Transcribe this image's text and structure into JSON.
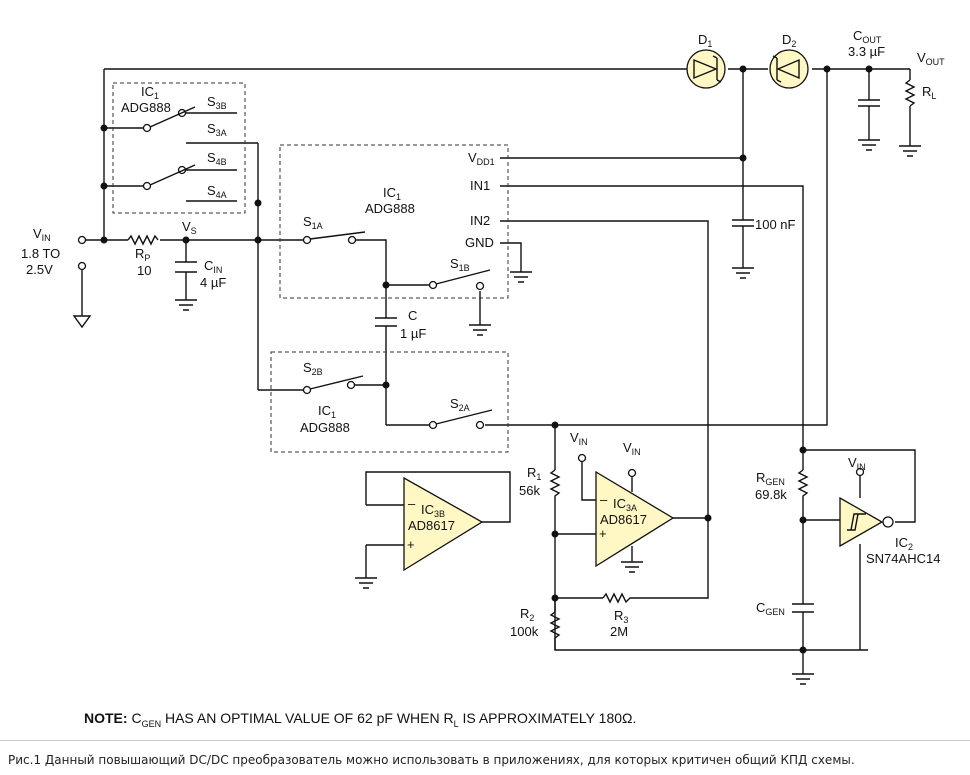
{
  "labels": {
    "d1": "D",
    "d1_sub": "1",
    "d2": "D",
    "d2_sub": "2",
    "cout": "C",
    "cout_sub": "OUT",
    "cout_val": "3.3 µF",
    "vout": "V",
    "vout_sub": "OUT",
    "rl": "R",
    "rl_sub": "L",
    "ic1_top": "IC",
    "ic1_top_sub": "1",
    "ic1_top_part": "ADG888",
    "s3b": "S",
    "s3b_sub": "3B",
    "s3a": "S",
    "s3a_sub": "3A",
    "s4b": "S",
    "s4b_sub": "4B",
    "s4a": "S",
    "s4a_sub": "4A",
    "vdd1": "V",
    "vdd1_sub": "DD1",
    "in1": "IN1",
    "in2": "IN2",
    "gnd": "GND",
    "ic1_mid": "IC",
    "ic1_mid_sub": "1",
    "ic1_mid_part": "ADG888",
    "s1a": "S",
    "s1a_sub": "1A",
    "s1b": "S",
    "s1b_sub": "1B",
    "c100n": "100 nF",
    "vin": "V",
    "vin_sub": "IN",
    "vin_range1": "1.8 TO",
    "vin_range2": "2.5V",
    "rp": "R",
    "rp_sub": "P",
    "rp_val": "10",
    "vs": "V",
    "vs_sub": "S",
    "cin": "C",
    "cin_sub": "IN",
    "cin_val": "4 µF",
    "c": "C",
    "c_val": "1 µF",
    "s2b": "S",
    "s2b_sub": "2B",
    "s2a": "S",
    "s2a_sub": "2A",
    "ic1_bot": "IC",
    "ic1_bot_sub": "1",
    "ic1_bot_part": "ADG888",
    "ic3b": "IC",
    "ic3b_sub": "3B",
    "ic3b_part": "AD8617",
    "ic3a": "IC",
    "ic3a_sub": "3A",
    "ic3a_part": "AD8617",
    "vin_a": "V",
    "vin_a_sub": "IN",
    "vin_b": "V",
    "vin_b_sub": "IN",
    "vin_c": "V",
    "vin_c_sub": "IN",
    "r1": "R",
    "r1_sub": "1",
    "r1_val": "56k",
    "r2": "R",
    "r2_sub": "2",
    "r2_val": "100k",
    "r3": "R",
    "r3_sub": "3",
    "r3_val": "2M",
    "rgen": "R",
    "rgen_sub": "GEN",
    "rgen_val": "69.8k",
    "cgen": "C",
    "cgen_sub": "GEN",
    "ic2": "IC",
    "ic2_sub": "2",
    "ic2_part": "SN74AHC14",
    "minus": "–",
    "plus": "+"
  },
  "note": {
    "bold": "NOTE:",
    "t1": " C",
    "t1_sub": "GEN",
    "t2": " HAS AN OPTIMAL VALUE OF 62 pF WHEN R",
    "t2_sub": "L",
    "t3": " IS APPROXIMATELY 180Ω."
  },
  "caption": "Рис.1 Данный повышающий DC/DC преобразователь можно использовать в приложениях, для которых критичен общий КПД схемы."
}
